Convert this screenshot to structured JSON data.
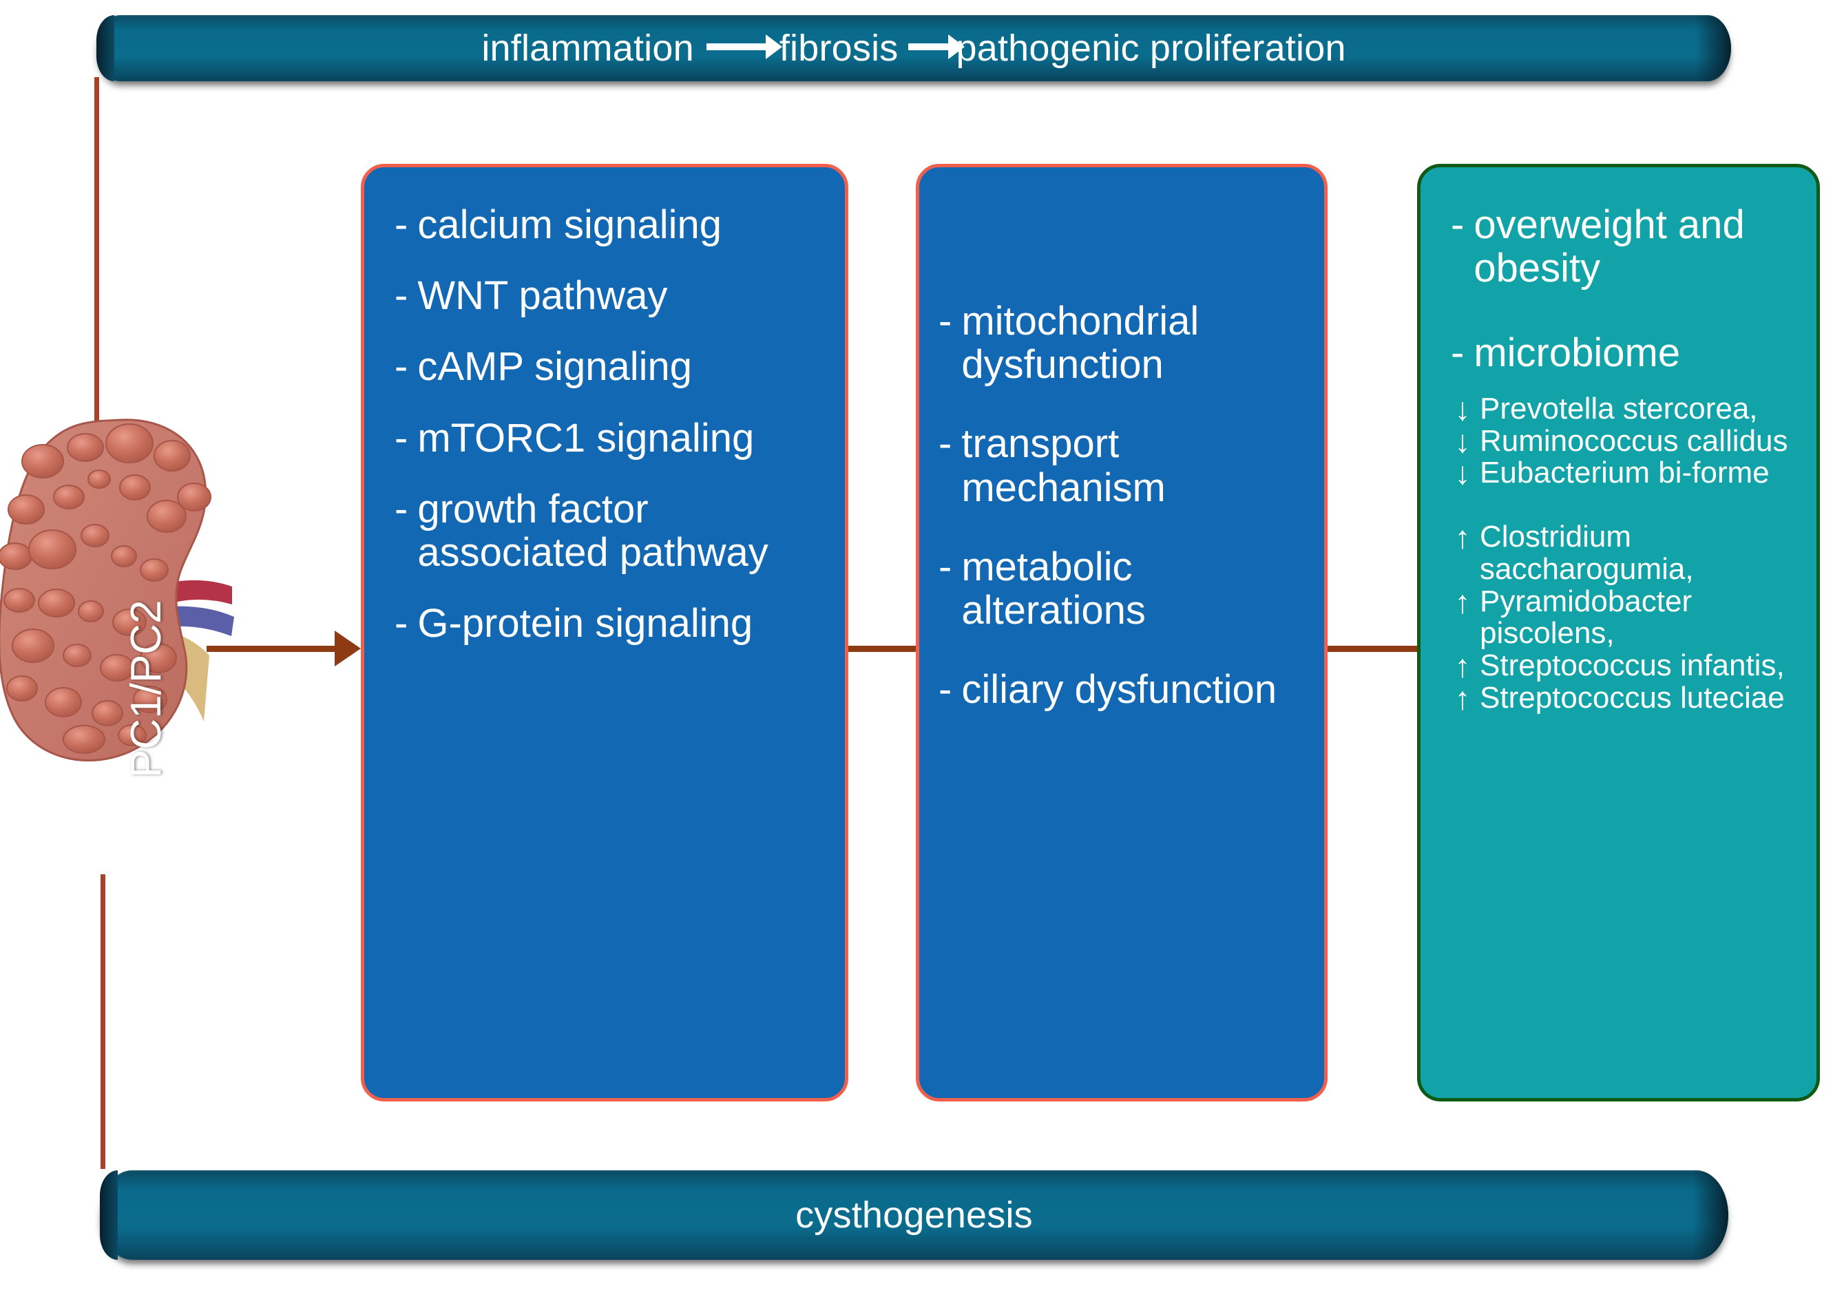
{
  "banners": {
    "top": {
      "segments": [
        "inflammation",
        "fibrosis",
        "pathogenic proliferation"
      ],
      "arrow_icon": "right-arrow-icon"
    },
    "bottom": {
      "label": "cysthogenesis"
    }
  },
  "kidney": {
    "label": "PC1/PC2",
    "alt": "polycystic-kidney-illustration"
  },
  "panels": {
    "pathways": {
      "name": "signaling-pathways-panel",
      "border_color": "#f0604d",
      "fill_color": "#1268b3",
      "items": [
        "calcium signaling",
        "WNT pathway",
        "cAMP signaling",
        "mTORC1 signaling",
        "growth factor associated pathway",
        "G-protein signaling"
      ]
    },
    "mechanisms": {
      "name": "cellular-mechanisms-panel",
      "border_color": "#f0604d",
      "fill_color": "#1268b3",
      "items": [
        "mitochondrial dysfunction",
        "transport mechanism",
        "metabolic alterations",
        "ciliary dysfunction"
      ]
    },
    "risk": {
      "name": "risk-factors-panel",
      "border_color": "#0f5a14",
      "fill_color": "#12a3a8",
      "heading_1": "overweight and obesity",
      "heading_2": "microbiome",
      "decreased": [
        {
          "arrow": "down-arrow-icon",
          "name": "Prevotella stercorea,"
        },
        {
          "arrow": "down-arrow-icon",
          "name": "Ruminococcus callidus"
        },
        {
          "arrow": "down-arrow-icon",
          "name": "Eubacterium bi-forme"
        }
      ],
      "increased": [
        {
          "arrow": "up-arrow-icon",
          "name": "Clostridium saccharogumia,"
        },
        {
          "arrow": "up-arrow-icon",
          "name": "Pyramidobacter piscolens,"
        },
        {
          "arrow": "up-arrow-icon",
          "name": "Streptococcus infantis,"
        },
        {
          "arrow": "up-arrow-icon",
          "name": "Streptococcus luteciae"
        }
      ]
    }
  },
  "connectors": {
    "color": "#8e3a12",
    "arrows": [
      "kidney-to-pathways",
      "pathways-to-mechanisms",
      "mechanisms-to-risk"
    ]
  },
  "glyphs": {
    "dash": "-",
    "up": "↑",
    "down": "↓"
  }
}
